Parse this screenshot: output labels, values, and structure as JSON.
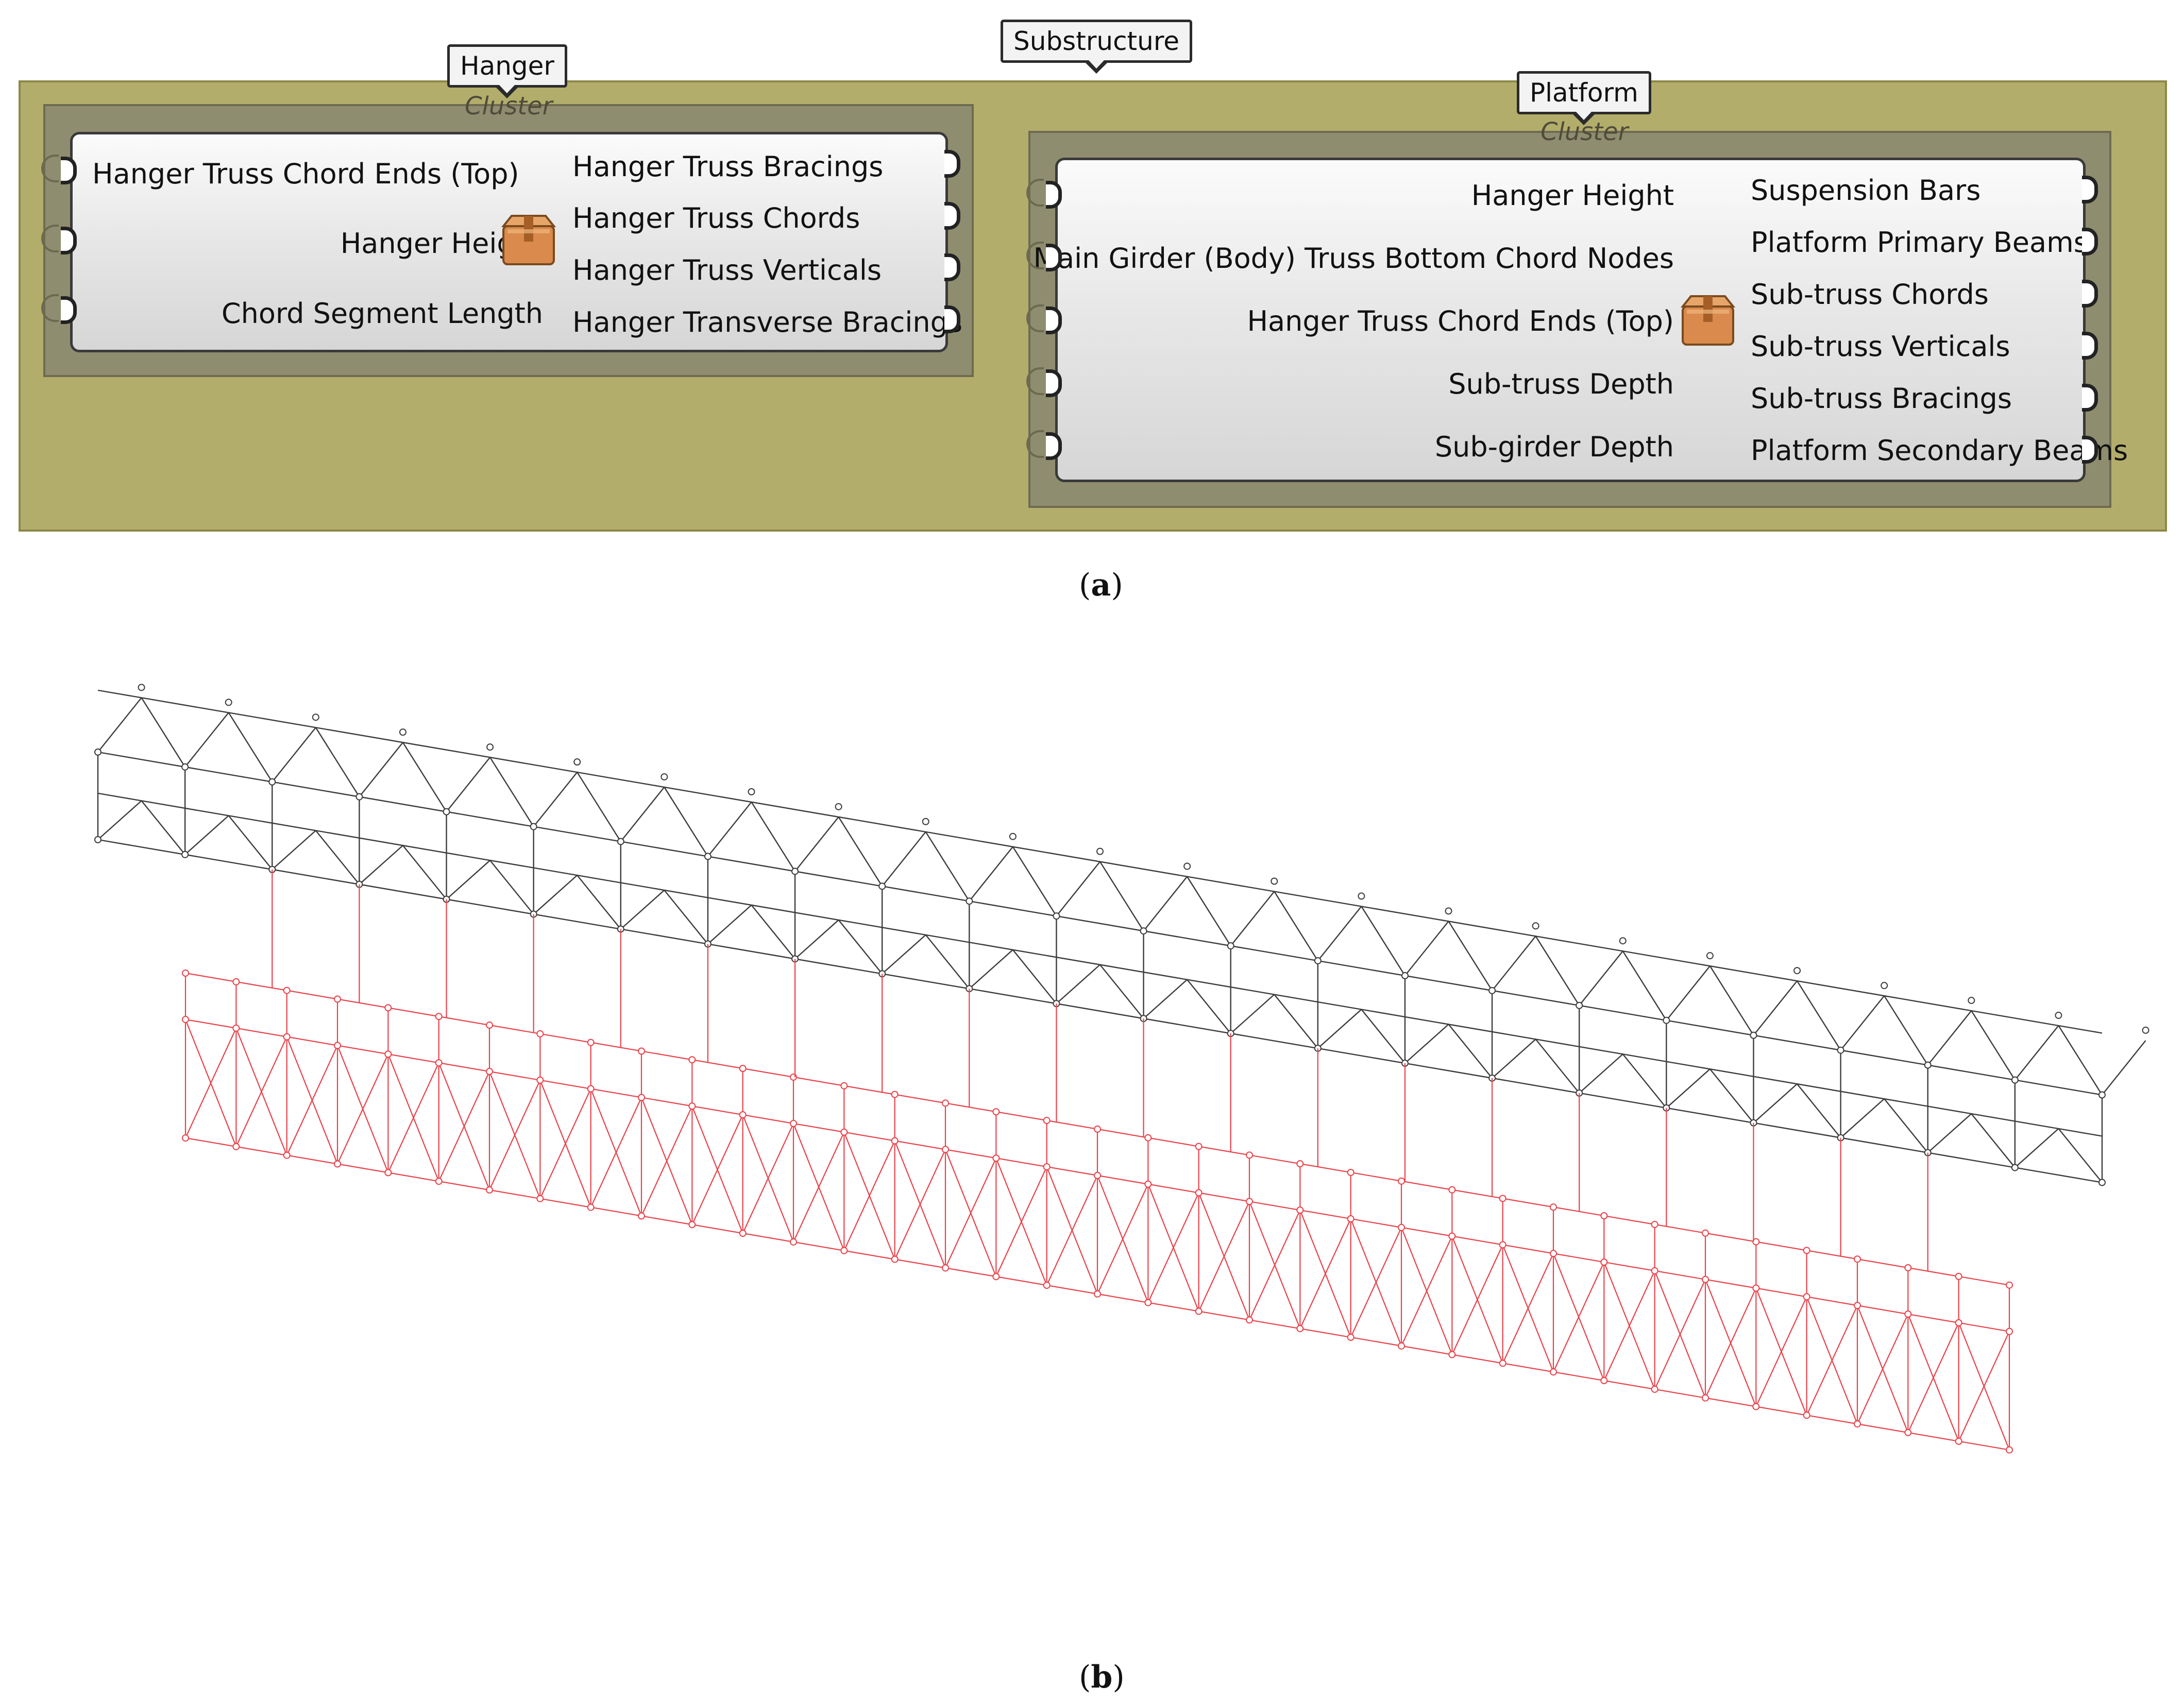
{
  "canvas": {
    "group_tag": "Substructure",
    "colors": {
      "group_fill": "#b3ad6b",
      "cluster_fill": "#8f8d6f",
      "component_fill": "#e4e4e4"
    }
  },
  "clusters": [
    {
      "id": "hanger",
      "tag": "Hanger",
      "subtitle": "Cluster",
      "icon": "cluster-box-icon",
      "inputs": [
        "Hanger Truss Chord Ends (Top)",
        "Hanger Height",
        "Chord Segment Length"
      ],
      "outputs": [
        "Hanger Truss Bracings",
        "Hanger Truss Chords",
        "Hanger Truss Verticals",
        "Hanger Transverse Bracings"
      ]
    },
    {
      "id": "platform",
      "tag": "Platform",
      "subtitle": "Cluster",
      "icon": "cluster-box-icon",
      "inputs": [
        "Hanger Height",
        "Main Girder (Body) Truss Bottom Chord Nodes",
        "Hanger Truss Chord Ends (Top)",
        "Sub-truss Depth",
        "Sub-girder Depth"
      ],
      "outputs": [
        "Suspension Bars",
        "Platform Primary Beams",
        "Sub-truss Chords",
        "Sub-truss Verticals",
        "Sub-truss Bracings",
        "Platform Secondary Beams"
      ]
    }
  ],
  "captions": {
    "a": "a",
    "b": "b"
  },
  "model_view": {
    "colors": {
      "main_truss": "#3c3c3c",
      "substructure": "#e8424a"
    },
    "hanger_bays": 23,
    "platform_sub_truss_bays": 36
  }
}
